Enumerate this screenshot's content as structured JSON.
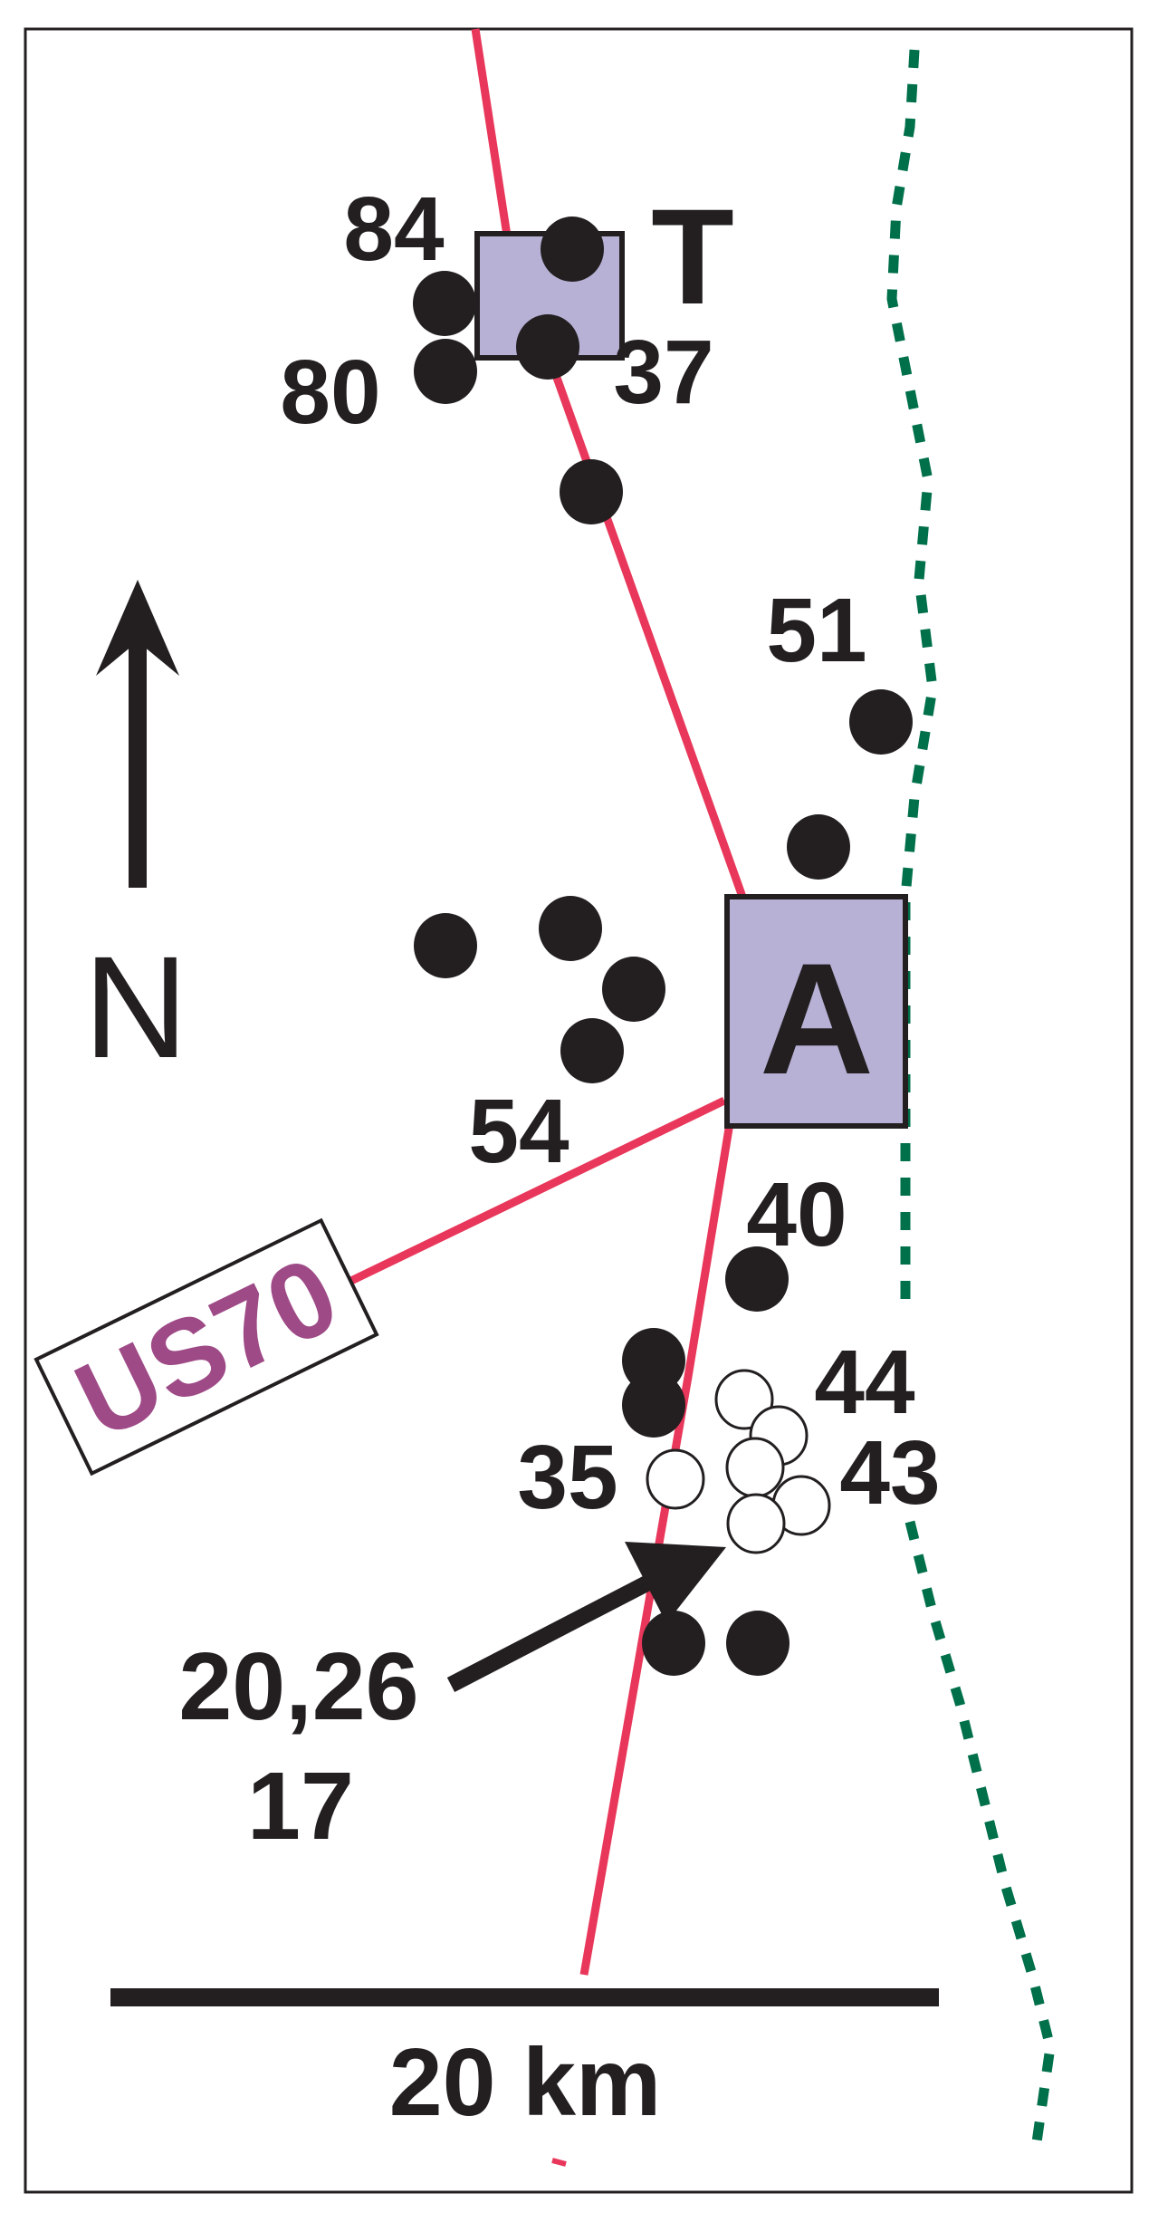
{
  "map": {
    "north_label": "N",
    "scale_label": "20 km",
    "road_label": "US70",
    "towns": {
      "T": "T",
      "A": "A"
    },
    "site_labels": {
      "s84": "84",
      "s80": "80",
      "s37": "37",
      "s51": "51",
      "s54": "54",
      "s40": "40",
      "s44": "44",
      "s43": "43",
      "s35": "35",
      "s2026": "20,26",
      "s17": "17"
    },
    "colors": {
      "road": "#e8375a",
      "boundary": "#00704a",
      "town_fill": "#b8b1d6",
      "town_border": "#231f20",
      "site_filled": "#231f20",
      "site_open": "#ffffff",
      "road_label": "#9e4a86",
      "text": "#231f20"
    }
  }
}
